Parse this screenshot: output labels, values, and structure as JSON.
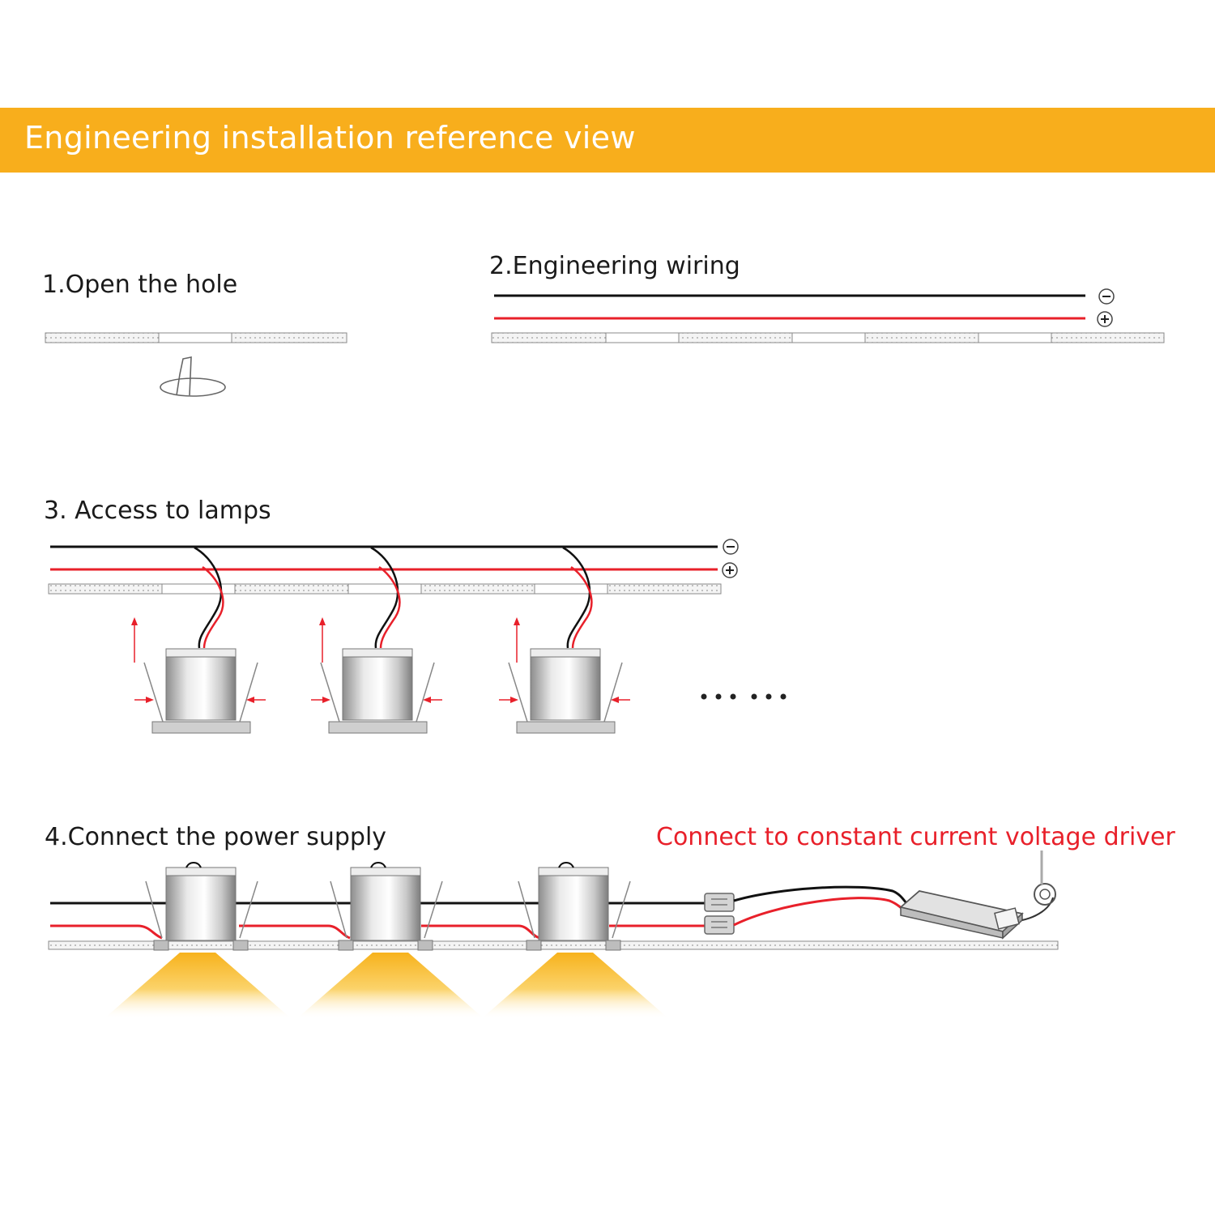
{
  "header": {
    "title": "Engineering installation reference view",
    "color": "#f8ae1c"
  },
  "steps": [
    {
      "label": "1.Open the hole"
    },
    {
      "label": "2.Engineering wiring"
    },
    {
      "label": "3. Access to lamps"
    },
    {
      "label": "4.Connect the power supply"
    }
  ],
  "note": {
    "text": "Connect to constant current voltage driver",
    "color": "#e8202a"
  },
  "wiring": {
    "negative_symbol": "⊖",
    "positive_symbol": "⊕",
    "negative_wire_color": "#111111",
    "positive_wire_color": "#e8202a"
  },
  "icons": [
    "hole-saw-icon",
    "minus-terminal-icon",
    "plus-terminal-icon",
    "downlight-icon",
    "connector-icon",
    "driver-icon",
    "ellipsis-dots"
  ]
}
